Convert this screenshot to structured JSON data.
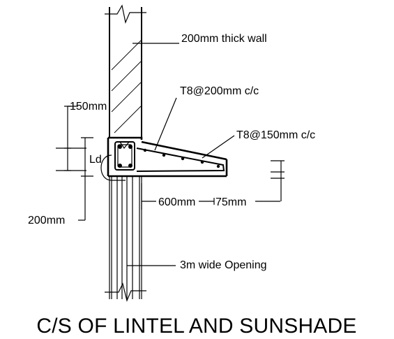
{
  "diagram": {
    "title": "C/S OF LINTEL  AND SUNSHADE",
    "labels": {
      "wall": "200mm thick wall",
      "top_bar": "T8@200mm c/c",
      "dist_bar": "T8@150mm c/c",
      "dim_150": "150mm",
      "ld": "Ld",
      "dim_200": "200mm",
      "dim_600": "600mm",
      "dim_75": "75mm",
      "opening": "3m wide Opening"
    }
  }
}
